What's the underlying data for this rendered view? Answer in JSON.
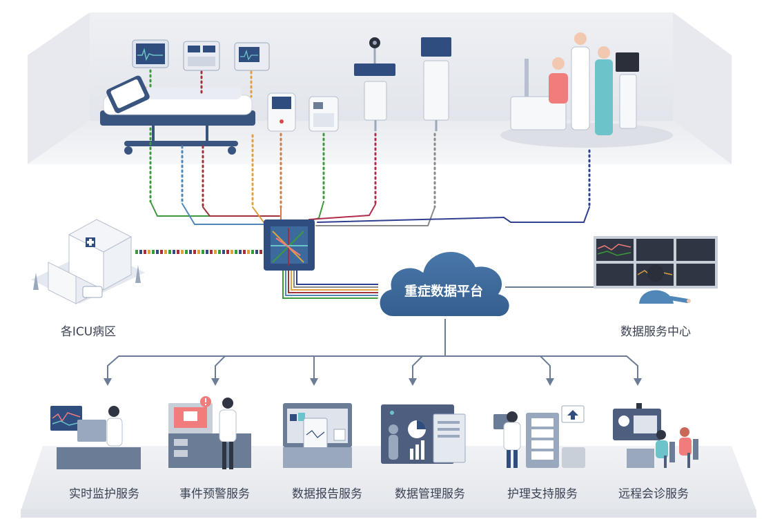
{
  "platform": {
    "label": "重症数据平台"
  },
  "left_node": {
    "label": "各ICU病区"
  },
  "right_node": {
    "label": "数据服务中心"
  },
  "services": [
    {
      "label": "实时监护服务",
      "icon": "realtime-monitor-icon"
    },
    {
      "label": "事件预警服务",
      "icon": "event-alert-icon"
    },
    {
      "label": "数据报告服务",
      "icon": "data-report-icon"
    },
    {
      "label": "数据管理服务",
      "icon": "data-management-icon"
    },
    {
      "label": "护理支持服务",
      "icon": "nursing-support-icon"
    },
    {
      "label": "远程会诊服务",
      "icon": "remote-consultation-icon"
    }
  ],
  "colors": {
    "navy": "#2f4d7e",
    "cloud": "#3d6a9c",
    "line_green": "#3c9a3c",
    "line_blue": "#4f87b8",
    "line_red": "#a0303a",
    "line_orange": "#e0a040",
    "line_gray": "#8a8a8a",
    "line_indigo": "#2f3f8f",
    "accent_pink": "#f07c7c",
    "accent_teal": "#6cc3c9"
  }
}
